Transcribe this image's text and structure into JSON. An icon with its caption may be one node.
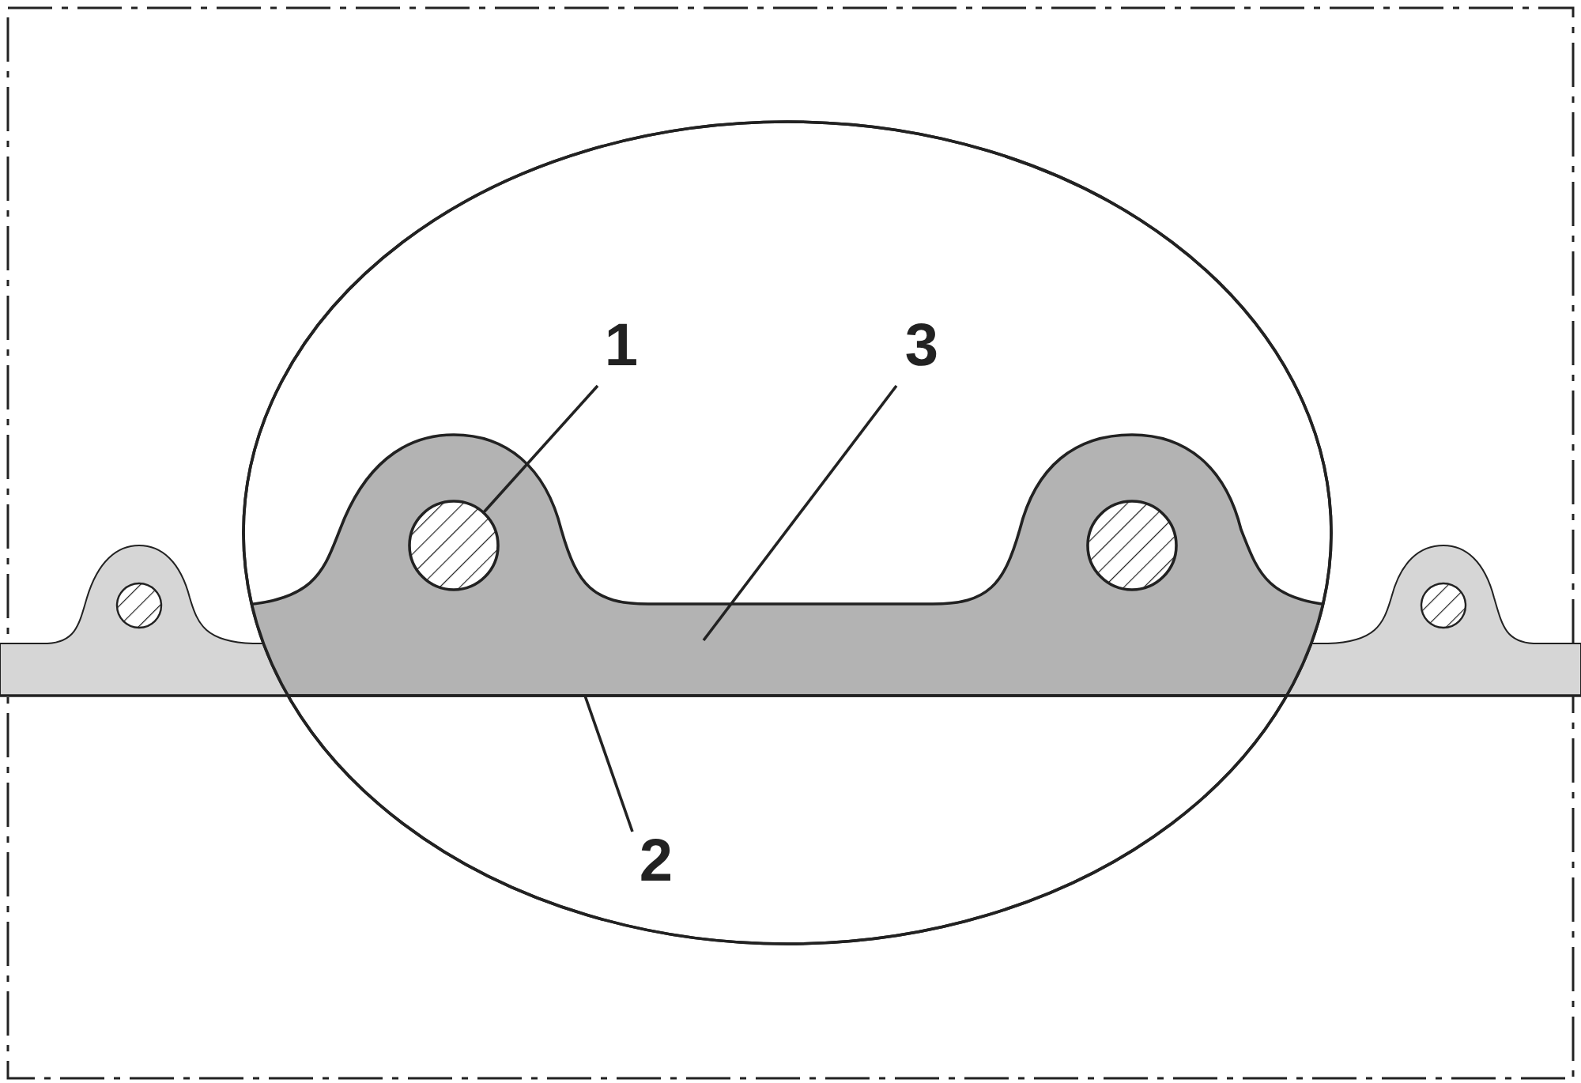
{
  "diagram": {
    "nodes": [
      {
        "text": [
          "1"
        ]
      },
      {
        "text": [
          "2"
        ]
      },
      {
        "text": [
          "3"
        ]
      },
      {
        "text": [],
        "shape": "circle",
        "in": 5
      },
      {
        "text": [],
        "shape": "line"
      },
      {
        "text": [],
        "shape": "picture"
      },
      {
        "text": [],
        "shape": "circle",
        "in": 5
      }
    ],
    "edges": [
      {
        "from": 0,
        "to": 3,
        "arrow": "none"
      },
      {
        "from": 1,
        "to": 4,
        "arrow": "none"
      },
      {
        "from": 2,
        "to": 5,
        "arrow": "none"
      }
    ]
  }
}
